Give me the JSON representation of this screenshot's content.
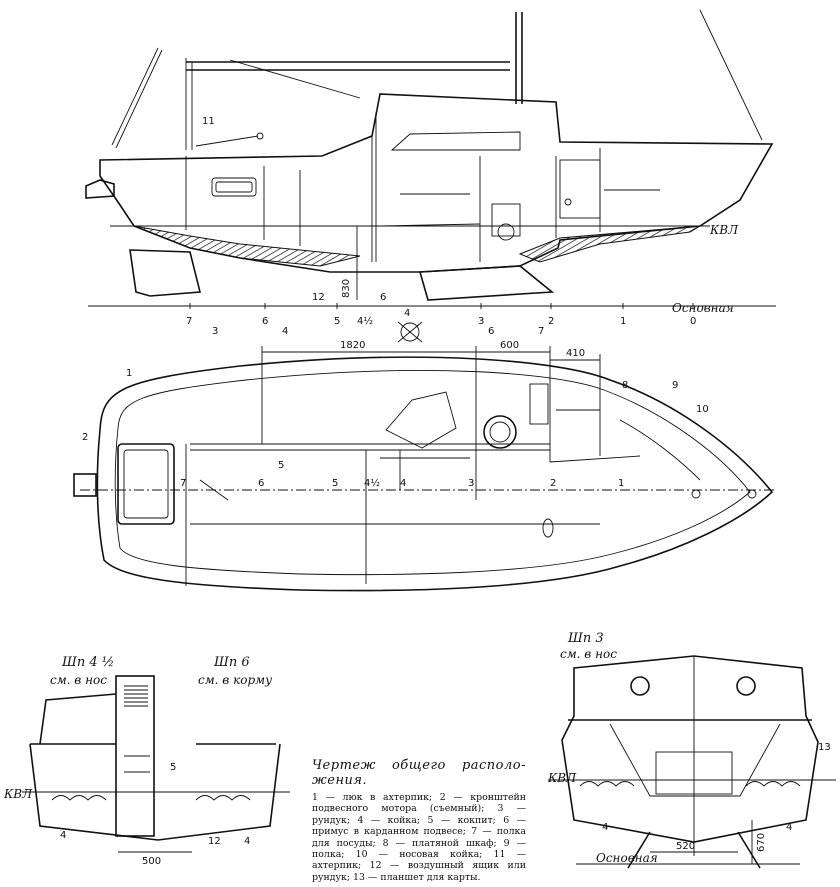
{
  "profile": {
    "callouts": [
      "11",
      "12",
      "6"
    ],
    "kvl": "КВЛ",
    "dim_830": "830",
    "baseline": "Основная",
    "stations": [
      "7",
      "6",
      "5",
      "4½",
      "4",
      "3",
      "2",
      "1",
      "0"
    ]
  },
  "plan": {
    "dims": [
      "1820",
      "600",
      "410"
    ],
    "callouts": [
      "1",
      "2",
      "3",
      "4",
      "5",
      "6",
      "7",
      "8",
      "9",
      "10"
    ],
    "stations": [
      "7",
      "6",
      "5",
      "4½",
      "4",
      "3",
      "2",
      "1"
    ]
  },
  "section_left": {
    "title_a": "Шп 4 ½",
    "sub_a": "см. в нос",
    "title_b": "Шп 6",
    "sub_b": "см. в корму",
    "kvl": "КВЛ",
    "callouts": [
      "4",
      "5",
      "12",
      "4"
    ],
    "dim": "500"
  },
  "section_right": {
    "title": "Шп 3",
    "sub": "см. в нос",
    "kvl": "КВЛ",
    "baseline": "Основная",
    "callouts": [
      "4",
      "4",
      "13"
    ],
    "dim_width": "520",
    "dim_height": "670"
  },
  "legend": {
    "title": "Чертеж общего располо-жения.",
    "body": "1 — люк в ахтерпик; 2 — кронштейн подвесного мотора (съемный); 3 — рундук; 4 — койка; 5 — кокпит; 6 — примус в карданном подвесе; 7 — полка для посуды; 8 — платяной шкаф; 9 — полка; 10 — носовая койка; 11 — ахтерпик; 12 — воздушный ящик или рундук; 13 — планшет для карты."
  }
}
